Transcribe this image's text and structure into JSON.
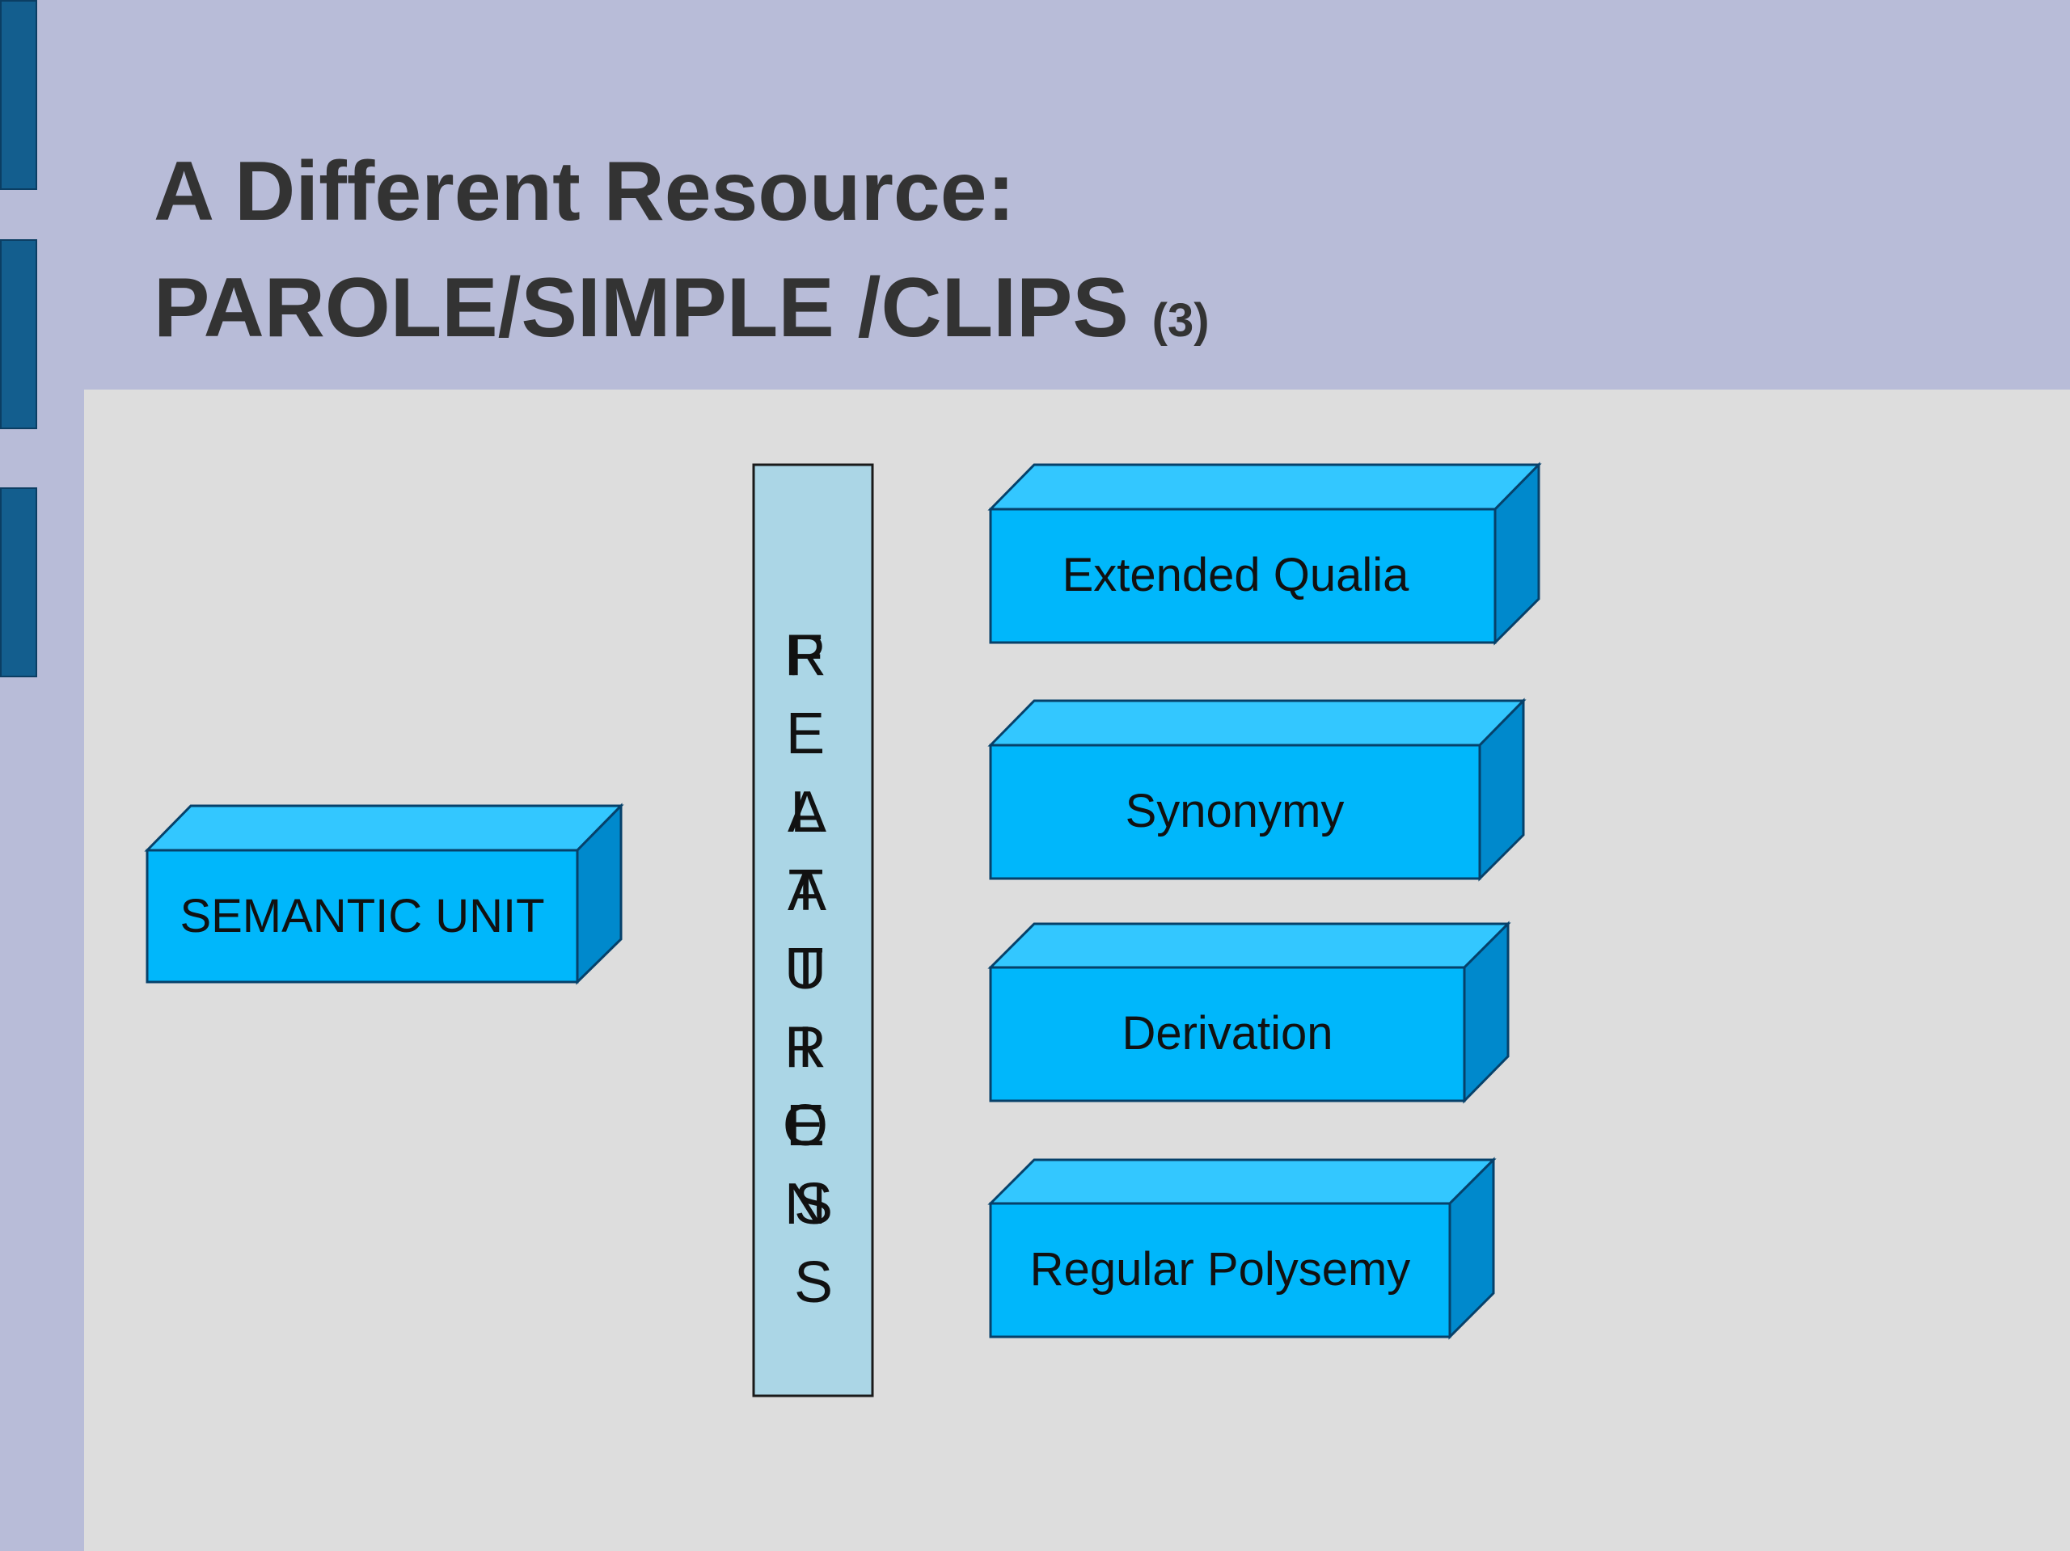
{
  "slide": {
    "title_line1": "A Different Resource:",
    "title_line2": "PAROLE/SIMPLE /CLIPS",
    "title_suffix": "(3)"
  },
  "diagram": {
    "semantic_unit": "SEMANTIC UNIT",
    "column_text_1": "RELATIONS",
    "column_text_2": "FEATURES",
    "boxes": [
      "Extended Qualia",
      "Synonymy",
      "Derivation",
      "Regular Polysemy"
    ]
  },
  "colors": {
    "slide_background": "#b8bcd8",
    "content_background": "#dddddd",
    "accent_bar": "#135e8e",
    "box_front": "#00b7fb",
    "box_top": "#33c7ff",
    "box_side": "#0089cc",
    "column_fill": "#abd6e6",
    "title_text": "#333333"
  }
}
